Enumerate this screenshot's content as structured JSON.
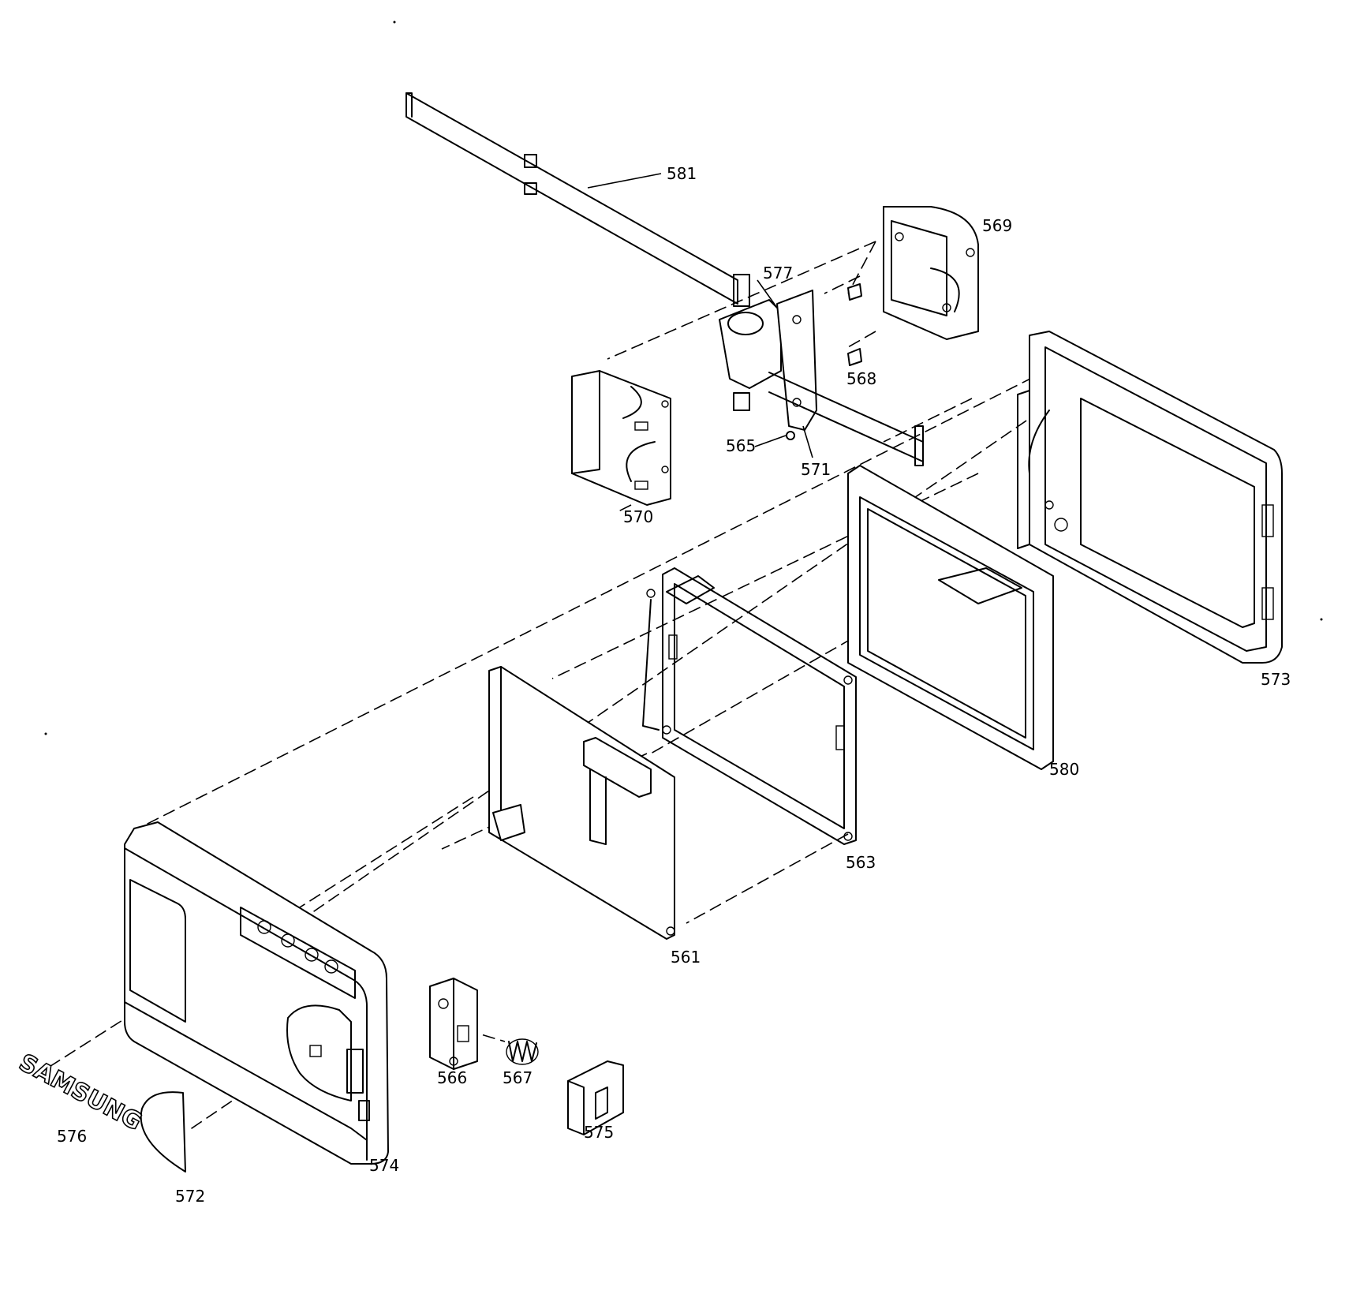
{
  "labels": {
    "p561": "561",
    "p563": "563",
    "p565": "565",
    "p566": "566",
    "p567": "567",
    "p568": "568",
    "p569": "569",
    "p570": "570",
    "p571": "571",
    "p572": "572",
    "p573": "573",
    "p574": "574",
    "p575": "575",
    "p576": "576",
    "p577": "577",
    "p580": "580",
    "p581": "581"
  },
  "logo_text": "SAMSUNG"
}
